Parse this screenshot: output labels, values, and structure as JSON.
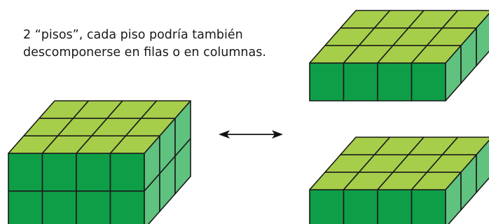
{
  "caption": {
    "line1": "2 “pisos”, cada piso podría también",
    "line2": "descomponerse  en filas o en columnas."
  },
  "diagram": {
    "colors": {
      "top": "#a6ce4a",
      "front": "#0e9e47",
      "side": "#5fc27f",
      "edge": "#1a1a1a"
    },
    "arrow": {
      "direction": "both"
    },
    "solids": [
      {
        "id": "full-block",
        "cols": 4,
        "depth": 3,
        "layers": 2
      },
      {
        "id": "upper-floor",
        "cols": 4,
        "depth": 3,
        "layers": 1
      },
      {
        "id": "lower-floor",
        "cols": 4,
        "depth": 3,
        "layers": 1
      }
    ]
  }
}
